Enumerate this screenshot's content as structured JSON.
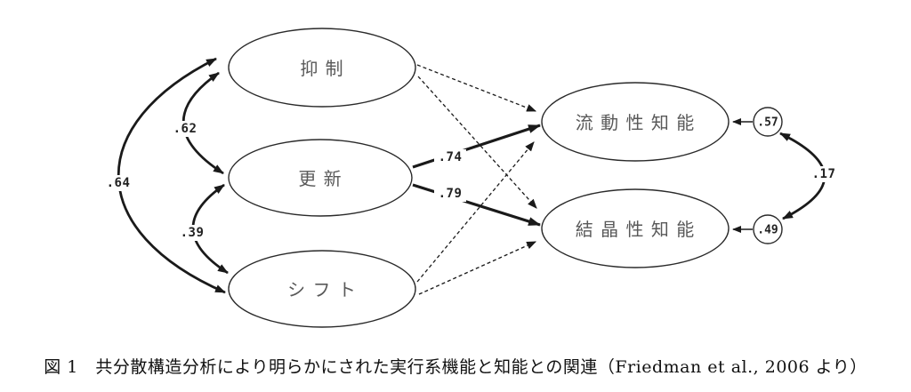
{
  "figure": {
    "type": "path-diagram (structural equation model)",
    "nodes": {
      "inhibition": "抑 制",
      "updating": "更 新",
      "shifting": "シ フ ト",
      "fluid_intelligence": "流 動 性 知 能",
      "crystallized_intelligence": "結 晶 性 知 能"
    },
    "coefficients": {
      "corr_inhibition_updating": ".62",
      "corr_inhibition_shifting": ".64",
      "corr_updating_shifting": ".39",
      "path_updating_fluid": ".74",
      "path_updating_crystallized": ".79",
      "residual_fluid": ".57",
      "residual_crystallized": ".49",
      "corr_residuals": ".17"
    },
    "edges": [
      {
        "from": "抑制",
        "to": "更新",
        "type": "correlation-double-arrow",
        "label": ".62"
      },
      {
        "from": "抑制",
        "to": "シフト",
        "type": "correlation-double-arrow",
        "label": ".64"
      },
      {
        "from": "更新",
        "to": "シフト",
        "type": "correlation-double-arrow",
        "label": ".39"
      },
      {
        "from": "更新",
        "to": "流動性知能",
        "type": "solid-path",
        "label": ".74"
      },
      {
        "from": "更新",
        "to": "結晶性知能",
        "type": "solid-path",
        "label": ".79"
      },
      {
        "from": "抑制",
        "to": "流動性知能",
        "type": "dashed-path",
        "label": ""
      },
      {
        "from": "抑制",
        "to": "結晶性知能",
        "type": "dashed-path",
        "label": ""
      },
      {
        "from": "シフト",
        "to": "流動性知能",
        "type": "dashed-path",
        "label": ""
      },
      {
        "from": "シフト",
        "to": "結晶性知能",
        "type": "dashed-path",
        "label": ""
      },
      {
        "from": ".57",
        "to": "流動性知能",
        "type": "residual-arrow",
        "label": ""
      },
      {
        "from": ".49",
        "to": "結晶性知能",
        "type": "residual-arrow",
        "label": ""
      },
      {
        "from": ".57",
        "to": ".49",
        "type": "correlation-double-arrow",
        "label": ".17"
      }
    ],
    "colors": {
      "line": "#1a1a1a",
      "node_text": "#595959",
      "value_text": "#222222",
      "background": "#ffffff"
    }
  },
  "caption": "図 1　共分散構造分析により明らかにされた実行系機能と知能との関連（Friedman et al., 2006 より）"
}
